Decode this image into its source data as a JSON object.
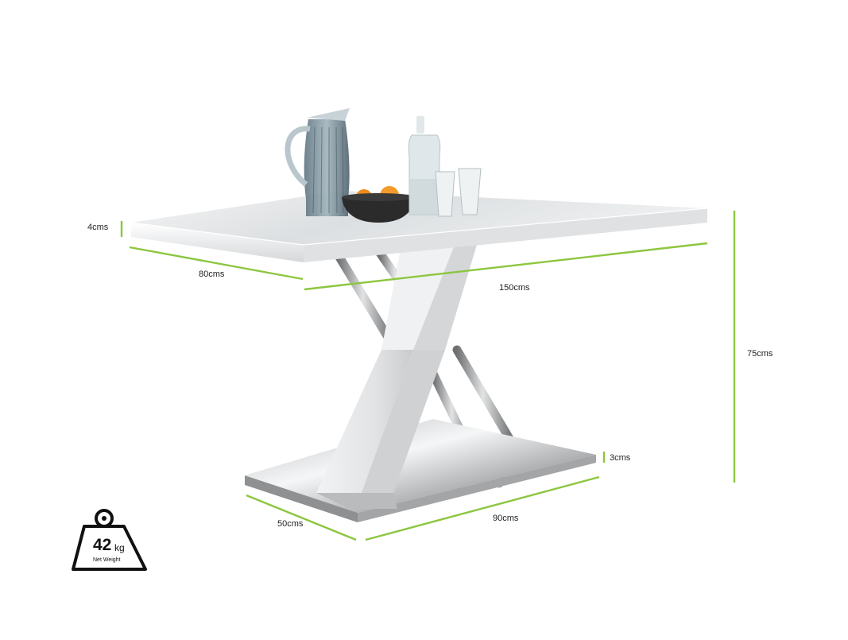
{
  "colors": {
    "dimension_line": "#8cc63f",
    "table_top": "#e8eaeb",
    "pedestal": "#e6e7e8",
    "steel": "#9a9c9e",
    "text": "#222222"
  },
  "dimensions": {
    "top_thickness": "4cms",
    "depth": "80cms",
    "length": "150cms",
    "height": "75cms",
    "base_thickness": "3cms",
    "base_depth": "50cms",
    "base_length": "90cms"
  },
  "weight": {
    "value": "42",
    "unit": "kg",
    "caption": "Net Weight",
    "icon": "weight-icon"
  },
  "product": {
    "icon": "dining-table-photo"
  }
}
